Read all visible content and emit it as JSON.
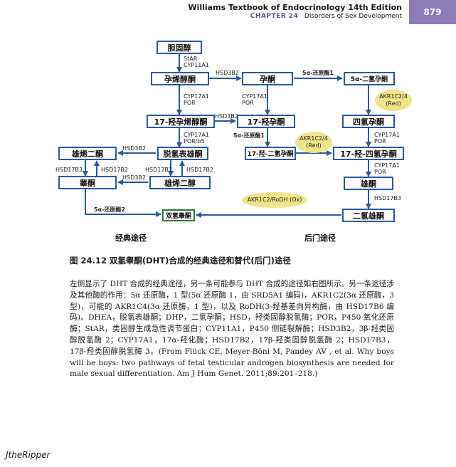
{
  "header": {
    "book_title": "Williams Textbook of Endocrinology 14th Edition",
    "chapter_num": "CHAPTER 24",
    "chapter_title": "Disorders of Sex Development",
    "page_number": "879",
    "tab_color": "#8c7db8"
  },
  "diagram": {
    "nodes": {
      "cholesterol": "胆固醇",
      "pregnenolone": "孕烯醇酮",
      "progesterone": "孕酮",
      "dhp": "5α-二氢孕酮",
      "oh_preg": "17-羟孕烯醇酮",
      "oh_prog": "17-羟孕酮",
      "allopreg": "四氢孕酮",
      "androstenedione": "雄烯二酮",
      "dhea": "脱氢表雄酮",
      "oh_dhp": "17-羟-二氢孕酮",
      "oh_allopreg": "17-羟-四氢孕酮",
      "testosterone": "睾酮",
      "androstenediol": "雄烯二醇",
      "androsterone": "雄酮",
      "androstanediol": "二氢雄酮",
      "dht": "双氢睾酮"
    },
    "enzymes": {
      "star_cyp": "StAR\nCYP11A1",
      "hsd3b2_a": "HSD3B2",
      "srd_1a": "5α-还原酶1",
      "cyp_por_a": "CYP17A1\nPOR",
      "cyp_por_b": "CYP17A1\nPOR",
      "hsd3b2_b": "HSD3B2",
      "cyp_por_b5": "CYP17A1\nPOR/b5",
      "srd_1b": "5α-还原酶1",
      "cyp_por_c": "CYP17A1\nPOR",
      "hsd3b2_c": "HSD3B2",
      "hsd17b3_a": "HSD17B3",
      "hsd17b2_a": "HSD17B2",
      "hsd17b3_b": "HSD17B3",
      "hsd17b2_b": "HSD17B2",
      "hsd3b2_d": "HSD3B2",
      "cyp_por_d": "CYP17A1\nPOR",
      "hsd17b3_c": "HSD17B3",
      "srd_2": "5α-还原酶2"
    },
    "ellipses": {
      "akr_red_a": "AKR1C2/4\n(Red)",
      "akr_red_b": "AKR1C2/4\n(Red)",
      "akr_ox": "AKR1C2/RoDH (Ox)"
    },
    "classic_label": "经典途径",
    "backdoor_label": "后门途径"
  },
  "caption": "图 24.12 双氢睾酮(DHT)合成的经典途径和替代(后门)途径",
  "body": "左侧显示了 DHT 合成的经典途径，另一条可能参与 DHT 合成的途径如右图所示。另一条途径涉及其他酶的作用：5α 还原酶，1 型(5α 还原酶 1，由 SRD5A1 编码)，AKR1C2(3α 还原酶，3 型)，可能的 AKR1C4(3α 还原酶，1 型)，以及 RoDH(3-羟基差向异构酶，由 HSD17B6 编码)。DHEA，脱氢表雄酮；DHP，二氢孕酮；HSD，羟类固醇脱氢酶；POR，P450 氧化还原酶；StAR，类固醇生成急性调节蛋白；CYP11A1，P450 侧链裂解酶；HSD3B2，3β-羟类固醇脱氢酶 2；CYP17A1，17α-羟化酶；HSD17B2，17β-羟类固醇脱氢酶 2；HSD17B3，17β-羟类固醇脱氢酶 3。(From Flück CE, Meyer-Bōni M, Pandey AV , et al. Why boys will be boys: two pathways of fetal testicular androgen biosynthesis are needed for male sexual differentiation. Am J Hum Genet. 2011;89:201–218.)",
  "watermark": "JtheRipper"
}
